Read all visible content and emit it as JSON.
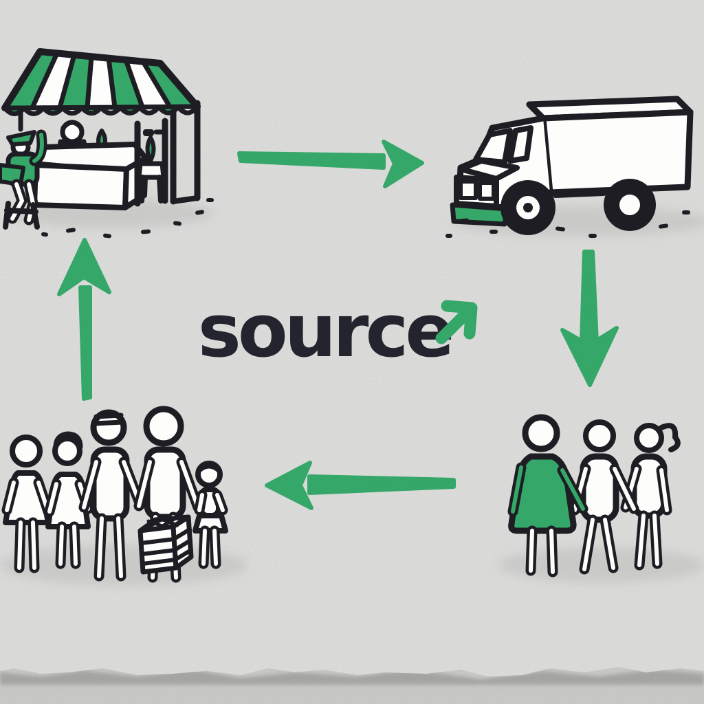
{
  "logo": {
    "wordmark": "source",
    "arrow_icon": "arrow-up-right-icon"
  },
  "colors": {
    "paper": "#ececeb",
    "paper_below_tear": "#d8d8d7",
    "ink": "#1d1d23",
    "logo_ink": "#24242f",
    "green": "#35a768",
    "awning_white": "#fdfdfb",
    "shadow": "#bdbdbb"
  },
  "diagram": {
    "type": "cycle",
    "style": "hand-drawn marker illustration on torn paper",
    "nodes": [
      {
        "id": "market-stall",
        "icon": "market-stall-icon",
        "position": "top-left",
        "details": "striped green and white awning, vendor at counter, seated customer in green, leaf plants on stands"
      },
      {
        "id": "delivery-truck",
        "icon": "delivery-truck-icon",
        "position": "top-right",
        "details": "box truck outline with green front bumper"
      },
      {
        "id": "community-group",
        "icon": "people-holding-hands-icon",
        "position": "bottom-right",
        "details": "three people holding hands, left one in green dress"
      },
      {
        "id": "family-group",
        "icon": "family-with-crate-icon",
        "position": "bottom-left",
        "details": "five people holding hands with produce crate"
      }
    ],
    "arrows": [
      {
        "id": "stall-to-truck",
        "direction": "right",
        "position": "top-center"
      },
      {
        "id": "truck-to-community",
        "direction": "down",
        "position": "right"
      },
      {
        "id": "community-to-family",
        "direction": "left",
        "position": "bottom-center"
      },
      {
        "id": "family-to-stall",
        "direction": "up",
        "position": "left"
      }
    ]
  }
}
